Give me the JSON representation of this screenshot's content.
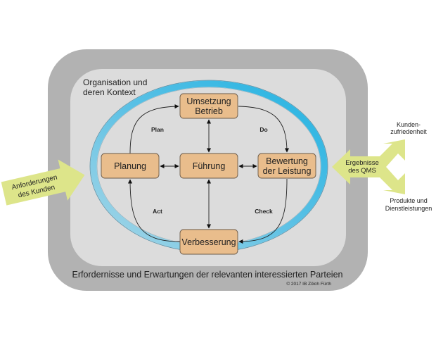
{
  "diagram": {
    "title_outer": "Erfordernisse und Erwartungen der relevanten interessierten Parteien",
    "copyright": "© 2017 IB Zölch Fürth",
    "context_label_line1": "Organisation und",
    "context_label_line2": "deren Kontext",
    "colors": {
      "outer_frame": "#b2b2b2",
      "inner_area": "#dcdcdc",
      "ellipse_light": "#a9d7e6",
      "ellipse_bright": "#22b3e2",
      "box_fill": "#e9bd8c",
      "box_stroke": "#6b5a48",
      "arrow_fill": "#dde58a"
    },
    "boxes": {
      "umsetzung": {
        "line1": "Umsetzung",
        "line2": "Betrieb"
      },
      "planung": {
        "line1": "Planung"
      },
      "fuehrung": {
        "line1": "Führung"
      },
      "bewertung": {
        "line1": "Bewertung",
        "line2": "der Leistung"
      },
      "verbesserung": {
        "line1": "Verbesserung"
      }
    },
    "cycle_labels": {
      "plan": "Plan",
      "do": "Do",
      "check": "Check",
      "act": "Act"
    },
    "input_arrow": {
      "line1": "Anforderungen",
      "line2": "des Kunden"
    },
    "output_arrow": {
      "line1": "Ergebnisse",
      "line2": "des QMS"
    },
    "outputs": {
      "top_line1": "Kunden-",
      "top_line2": "zufriedenheit",
      "bottom_line1": "Produkte und",
      "bottom_line2": "Dienstleistungen"
    }
  }
}
